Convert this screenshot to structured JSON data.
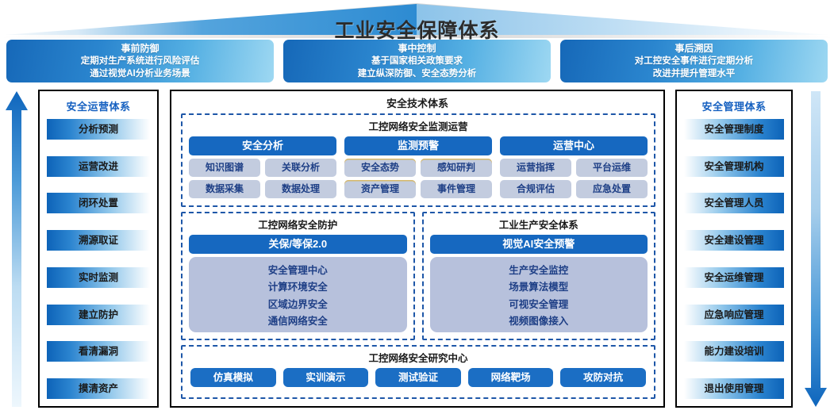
{
  "header": {
    "title": "工业安全保障体系",
    "banners": [
      {
        "title": "事前防御",
        "line1": "定期对生产系统进行风险评估",
        "line2": "通过视觉AI分析业务场景"
      },
      {
        "title": "事中控制",
        "line1": "基于国家相关政策要求",
        "line2": "建立纵深防御、安全态势分析"
      },
      {
        "title": "事后溯因",
        "line1": "对工控安全事件进行定期分析",
        "line2": "改进并提升管理水平"
      }
    ]
  },
  "left_arrow": {
    "icon": "arrow-up-icon",
    "direction": "up"
  },
  "right_arrow": {
    "icon": "arrow-down-icon",
    "direction": "down"
  },
  "left_panel": {
    "heading": "安全运营体系",
    "items": [
      "分析预测",
      "运营改进",
      "闭环处置",
      "溯源取证",
      "实时监测",
      "建立防护",
      "看清漏洞",
      "摸清资产"
    ]
  },
  "right_panel": {
    "heading": "安全管理体系",
    "items": [
      "安全管理制度",
      "安全管理机构",
      "安全管理人员",
      "安全建设管理",
      "安全运维管理",
      "应急响应管理",
      "能力建设培训",
      "退出使用管理"
    ]
  },
  "center": {
    "heading": "安全技术体系",
    "monitoring": {
      "title": "工控网络安全监测运营",
      "columns": [
        {
          "head": "安全分析",
          "chips": [
            "知识图谱",
            "关联分析",
            "数据采集",
            "数据处理"
          ]
        },
        {
          "head": "监测预警",
          "chips": [
            "安全态势",
            "感知研判",
            "资产管理",
            "事件管理"
          ]
        },
        {
          "head": "运营中心",
          "chips": [
            "运营指挥",
            "平台运维",
            "合规评估",
            "应急处置"
          ]
        }
      ]
    },
    "middle": [
      {
        "title": "工控网络安全防护",
        "bar": "关保/等保2.0",
        "lines": [
          "安全管理中心",
          "计算环境安全",
          "区域边界安全",
          "通信网络安全"
        ]
      },
      {
        "title": "工业生产安全体系",
        "bar": "视觉AI安全预警",
        "lines": [
          "生产安全监控",
          "场景算法模型",
          "可视安全管理",
          "视频图像接入"
        ]
      }
    ],
    "research": {
      "title": "工控网络安全研究中心",
      "buttons": [
        "仿真模拟",
        "实训演示",
        "测试验证",
        "网络靶场",
        "攻防对抗"
      ]
    }
  },
  "colors": {
    "primary_blue": "#1668c0",
    "dark_blue": "#0d63b8",
    "chip_bg": "#c3ccdf",
    "chip_text": "#1e3f86",
    "panel_body": "#b7c1dc",
    "dashed_border": "#1e57a8",
    "heading_blue": "#1560c0",
    "button_blue": "#1b6ec4"
  }
}
